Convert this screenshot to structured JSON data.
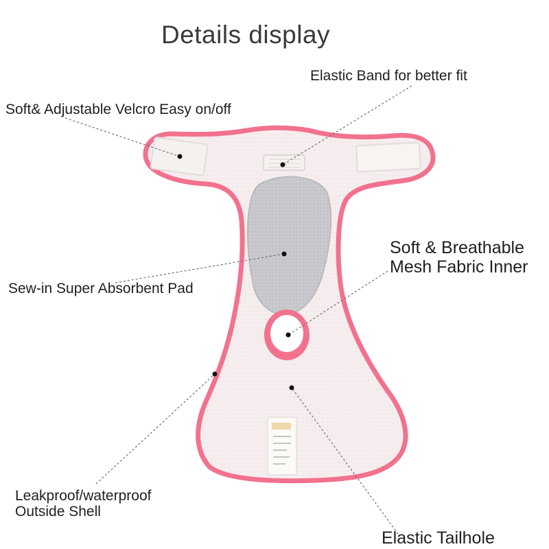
{
  "title": "Details display",
  "callouts": {
    "elastic_band": "Elastic Band for better fit",
    "velcro": "Soft& Adjustable Velcro Easy on/off",
    "mesh_line1": "Soft & Breathable",
    "mesh_line2": "Mesh Fabric Inner",
    "pad": "Sew-in Super Absorbent Pad",
    "shell_line1": "Leakproof/waterproof",
    "shell_line2": "Outside Shell",
    "tailhole": "Elastic Tailhole"
  },
  "colors": {
    "trim": "#f2728e",
    "fabric": "#f6eeee",
    "pad": "#c9c9cc",
    "velcro": "#f4f1ef"
  }
}
